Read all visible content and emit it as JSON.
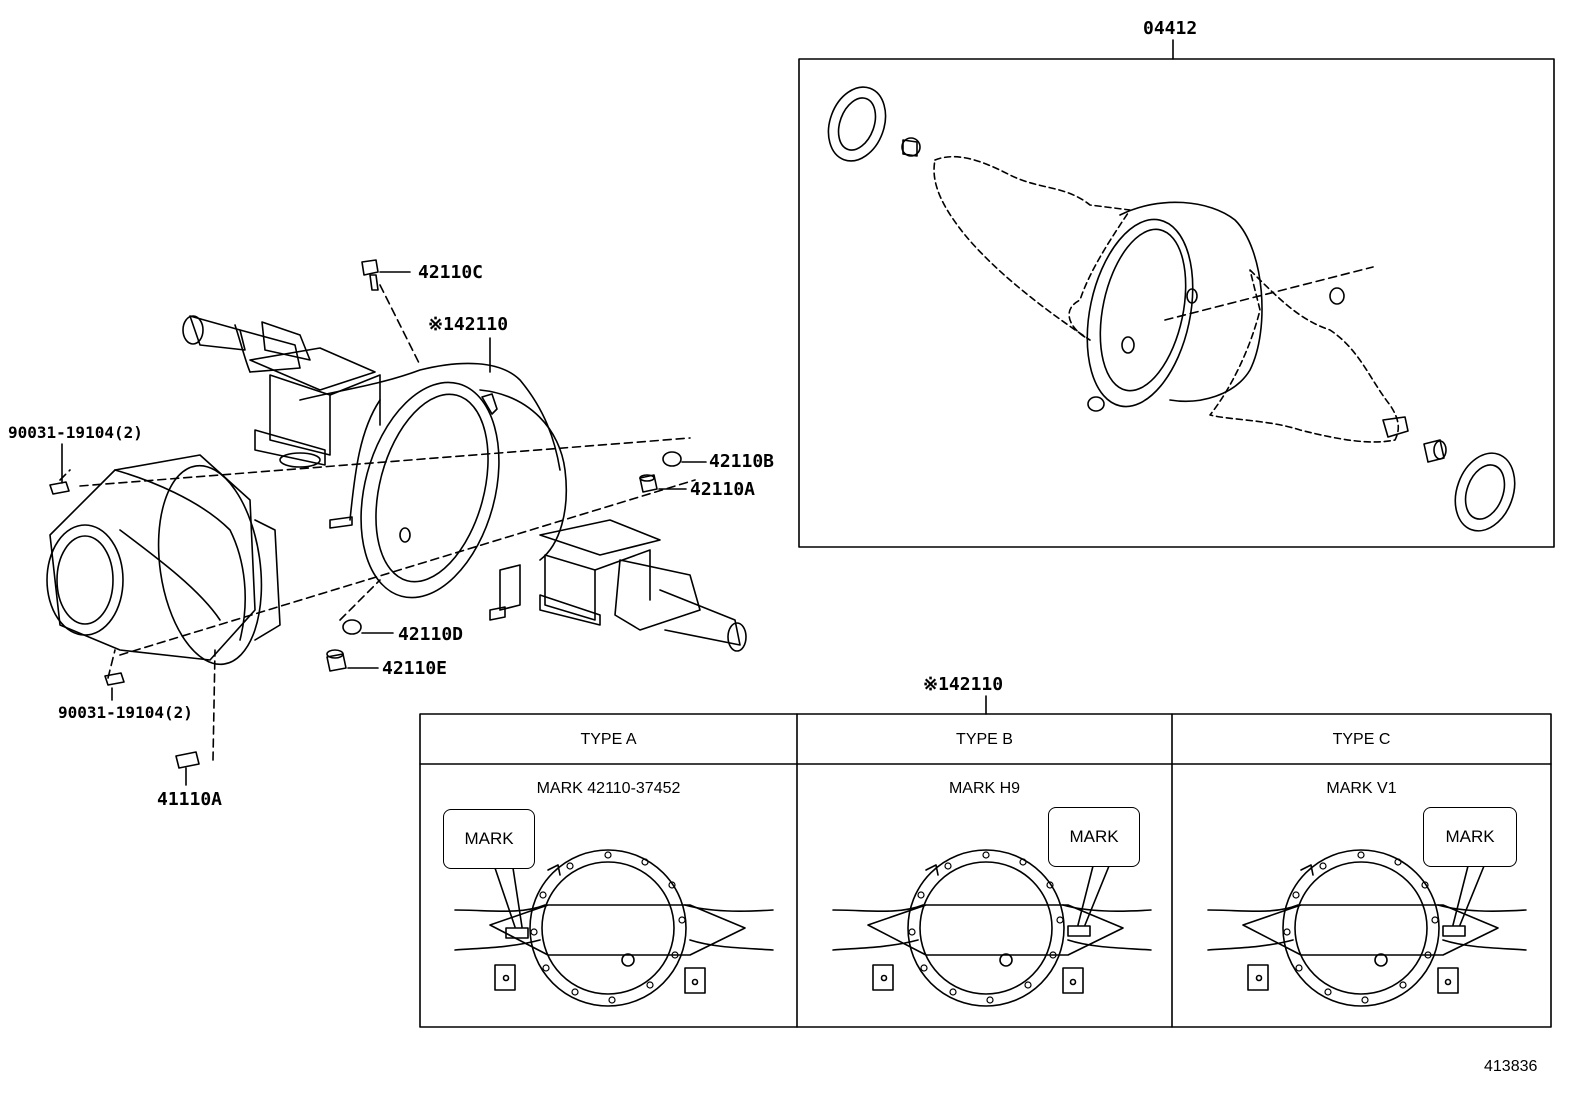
{
  "callouts": {
    "kit": "04412",
    "housing_top": "※142110",
    "plug_c": "42110C",
    "plug_b": "42110B",
    "plug_a": "42110A",
    "plug_d": "42110D",
    "plug_e": "42110E",
    "bolt_upper": "90031-19104(2)",
    "bolt_lower": "90031-19104(2)",
    "stud": "41110A",
    "table_ref": "※142110"
  },
  "type_table": {
    "columns": [
      {
        "header": "TYPE A",
        "mark_text": "MARK 42110-37452",
        "callout": "MARK"
      },
      {
        "header": "TYPE B",
        "mark_text": "MARK H9",
        "callout": "MARK"
      },
      {
        "header": "TYPE C",
        "mark_text": "MARK V1",
        "callout": "MARK"
      }
    ]
  },
  "figure_number": "413836",
  "colors": {
    "line": "#000000",
    "background": "#ffffff"
  }
}
